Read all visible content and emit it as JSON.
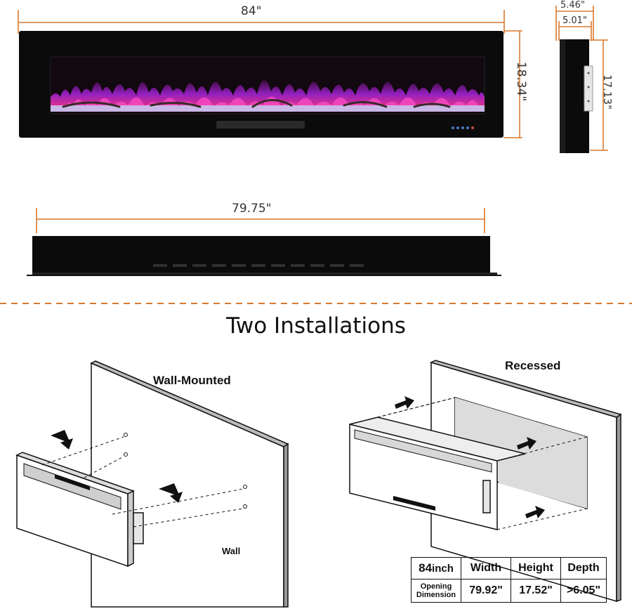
{
  "dimensions": {
    "front_width": "84\"",
    "front_height": "18.34\"",
    "side_depth_outer": "5.46\"",
    "side_depth_inner": "5.01\"",
    "side_height": "17.13\"",
    "bottom_width": "79.75\""
  },
  "section_title": "Two Installations",
  "installations": {
    "wall_mounted_label": "Wall-Mounted",
    "wall_label": "Wall",
    "recessed_label": "Recessed"
  },
  "table": {
    "size_num": "84",
    "size_unit": "inch",
    "headers": [
      "Width",
      "Height",
      "Depth"
    ],
    "row_label_line1": "Opening",
    "row_label_line2": "Dimension",
    "values": [
      "79.92\"",
      "17.52\"",
      ">6.05\""
    ]
  },
  "colors": {
    "dimension_line": "#d9792e",
    "divider": "#d9792e",
    "flame_primary": "#e0309a",
    "flame_secondary": "#9a22c9",
    "body": "#0b0b0b"
  }
}
